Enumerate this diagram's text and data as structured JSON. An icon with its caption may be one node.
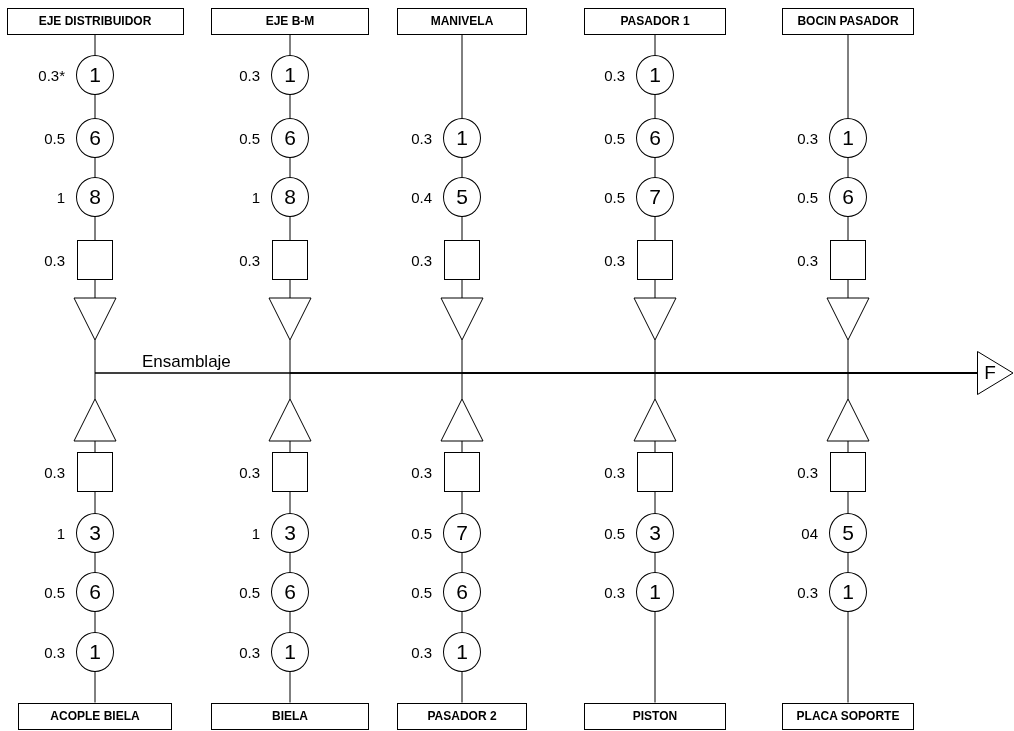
{
  "diagram": {
    "nodes": [
      {
        "text": [
          "EJE DISTRIBUIDOR"
        ]
      },
      {
        "text": [
          "1"
        ],
        "beside": [
          "0.3*"
        ]
      },
      {
        "text": [
          "6"
        ],
        "beside": [
          "0.5"
        ]
      },
      {
        "text": [
          "8"
        ],
        "beside": [
          "1"
        ]
      },
      {
        "text": [],
        "shape": "box",
        "beside": [
          "0.3"
        ]
      },
      {
        "text": [],
        "shape": "triangle"
      },
      {
        "text": [
          "EJE B-M"
        ]
      },
      {
        "text": [
          "1"
        ],
        "beside": [
          "0.3"
        ]
      },
      {
        "text": [
          "6"
        ],
        "beside": [
          "0.5"
        ]
      },
      {
        "text": [
          "8"
        ],
        "beside": [
          "1"
        ]
      },
      {
        "text": [],
        "shape": "box",
        "beside": [
          "0.3"
        ]
      },
      {
        "text": [],
        "shape": "triangle"
      },
      {
        "text": [
          "MANIVELA"
        ]
      },
      {
        "text": [
          "1"
        ],
        "beside": [
          "0.3"
        ]
      },
      {
        "text": [
          "5"
        ],
        "beside": [
          "0.4"
        ]
      },
      {
        "text": [],
        "shape": "box",
        "beside": [
          "0.3"
        ]
      },
      {
        "text": [],
        "shape": "triangle"
      },
      {
        "text": [
          "PASADOR 1"
        ]
      },
      {
        "text": [
          "1"
        ],
        "beside": [
          "0.3"
        ]
      },
      {
        "text": [
          "6"
        ],
        "beside": [
          "0.5"
        ]
      },
      {
        "text": [
          "7"
        ],
        "beside": [
          "0.5"
        ]
      },
      {
        "text": [],
        "shape": "box",
        "beside": [
          "0.3"
        ]
      },
      {
        "text": [],
        "shape": "triangle"
      },
      {
        "text": [
          "BOCIN  PASADOR"
        ]
      },
      {
        "text": [
          "1"
        ],
        "beside": [
          "0.3"
        ]
      },
      {
        "text": [
          "6"
        ],
        "beside": [
          "0.5"
        ]
      },
      {
        "text": [],
        "shape": "box",
        "beside": [
          "0.3"
        ]
      },
      {
        "text": [],
        "shape": "triangle"
      },
      {
        "text": [],
        "shape": "triangle"
      },
      {
        "text": [],
        "shape": "box",
        "beside": [
          "0.3"
        ]
      },
      {
        "text": [
          "3"
        ],
        "beside": [
          "1"
        ]
      },
      {
        "text": [
          "6"
        ],
        "beside": [
          "0.5"
        ]
      },
      {
        "text": [
          "1"
        ],
        "beside": [
          "0.3"
        ]
      },
      {
        "text": [
          "ACOPLE BIELA"
        ]
      },
      {
        "text": [],
        "shape": "triangle"
      },
      {
        "text": [],
        "shape": "box",
        "beside": [
          "0.3"
        ]
      },
      {
        "text": [
          "3"
        ],
        "beside": [
          "1"
        ]
      },
      {
        "text": [
          "6"
        ],
        "beside": [
          "0.5"
        ]
      },
      {
        "text": [
          "1"
        ],
        "beside": [
          "0.3"
        ]
      },
      {
        "text": [
          "BIELA"
        ]
      },
      {
        "text": [],
        "shape": "triangle"
      },
      {
        "text": [],
        "shape": "box",
        "beside": [
          "0.3"
        ]
      },
      {
        "text": [
          "7"
        ],
        "beside": [
          "0.5"
        ]
      },
      {
        "text": [
          "6"
        ],
        "beside": [
          "0.5"
        ]
      },
      {
        "text": [
          "1"
        ],
        "beside": [
          "0.3"
        ]
      },
      {
        "text": [
          "PASADOR 2"
        ]
      },
      {
        "text": [],
        "shape": "triangle"
      },
      {
        "text": [],
        "shape": "box",
        "beside": [
          "0.3"
        ]
      },
      {
        "text": [
          "3"
        ],
        "beside": [
          "0.5"
        ]
      },
      {
        "text": [
          "1"
        ],
        "beside": [
          "0.3"
        ]
      },
      {
        "text": [
          "PISTON"
        ]
      },
      {
        "text": [],
        "shape": "triangle"
      },
      {
        "text": [],
        "shape": "box",
        "beside": [
          "0.3"
        ]
      },
      {
        "text": [
          "5"
        ],
        "beside": [
          "04"
        ]
      },
      {
        "text": [
          "1"
        ],
        "beside": [
          "0.3"
        ]
      },
      {
        "text": [
          "PLACA SOPORTE"
        ]
      },
      {
        "text": [
          "F"
        ]
      }
    ],
    "edges": [
      {
        "from": 0,
        "to": 1,
        "arrow": "none"
      },
      {
        "from": 1,
        "to": 2,
        "arrow": "none"
      },
      {
        "from": 2,
        "to": 3,
        "arrow": "none"
      },
      {
        "from": 3,
        "to": 4,
        "arrow": "none"
      },
      {
        "from": 4,
        "to": 5,
        "arrow": "none"
      },
      {
        "from": 5,
        "to": 56,
        "arrow": "none",
        "label": "Ensamblaje"
      },
      {
        "from": 6,
        "to": 7,
        "arrow": "none"
      },
      {
        "from": 7,
        "to": 8,
        "arrow": "none"
      },
      {
        "from": 8,
        "to": 9,
        "arrow": "none"
      },
      {
        "from": 9,
        "to": 10,
        "arrow": "none"
      },
      {
        "from": 10,
        "to": 11,
        "arrow": "none"
      },
      {
        "from": 11,
        "to": 56,
        "arrow": "none"
      },
      {
        "from": 12,
        "to": 13,
        "arrow": "none"
      },
      {
        "from": 13,
        "to": 14,
        "arrow": "none"
      },
      {
        "from": 14,
        "to": 15,
        "arrow": "none"
      },
      {
        "from": 15,
        "to": 16,
        "arrow": "none"
      },
      {
        "from": 16,
        "to": 56,
        "arrow": "none"
      },
      {
        "from": 17,
        "to": 18,
        "arrow": "none"
      },
      {
        "from": 18,
        "to": 19,
        "arrow": "none"
      },
      {
        "from": 19,
        "to": 20,
        "arrow": "none"
      },
      {
        "from": 20,
        "to": 21,
        "arrow": "none"
      },
      {
        "from": 21,
        "to": 22,
        "arrow": "none"
      },
      {
        "from": 22,
        "to": 56,
        "arrow": "none"
      },
      {
        "from": 23,
        "to": 24,
        "arrow": "none"
      },
      {
        "from": 24,
        "to": 25,
        "arrow": "none"
      },
      {
        "from": 25,
        "to": 26,
        "arrow": "none"
      },
      {
        "from": 26,
        "to": 27,
        "arrow": "none"
      },
      {
        "from": 27,
        "to": 56,
        "arrow": "none"
      },
      {
        "from": 33,
        "to": 32,
        "arrow": "none"
      },
      {
        "from": 32,
        "to": 31,
        "arrow": "none"
      },
      {
        "from": 31,
        "to": 30,
        "arrow": "none"
      },
      {
        "from": 30,
        "to": 29,
        "arrow": "none"
      },
      {
        "from": 29,
        "to": 28,
        "arrow": "none"
      },
      {
        "from": 28,
        "to": 56,
        "arrow": "none"
      },
      {
        "from": 39,
        "to": 38,
        "arrow": "none"
      },
      {
        "from": 38,
        "to": 37,
        "arrow": "none"
      },
      {
        "from": 37,
        "to": 36,
        "arrow": "none"
      },
      {
        "from": 36,
        "to": 35,
        "arrow": "none"
      },
      {
        "from": 35,
        "to": 34,
        "arrow": "none"
      },
      {
        "from": 34,
        "to": 56,
        "arrow": "none"
      },
      {
        "from": 45,
        "to": 44,
        "arrow": "none"
      },
      {
        "from": 44,
        "to": 43,
        "arrow": "none"
      },
      {
        "from": 43,
        "to": 42,
        "arrow": "none"
      },
      {
        "from": 42,
        "to": 41,
        "arrow": "none"
      },
      {
        "from": 41,
        "to": 40,
        "arrow": "none"
      },
      {
        "from": 40,
        "to": 56,
        "arrow": "none"
      },
      {
        "from": 50,
        "to": 49,
        "arrow": "none"
      },
      {
        "from": 49,
        "to": 48,
        "arrow": "none"
      },
      {
        "from": 48,
        "to": 47,
        "arrow": "none"
      },
      {
        "from": 47,
        "to": 46,
        "arrow": "none"
      },
      {
        "from": 46,
        "to": 56,
        "arrow": "none"
      },
      {
        "from": 55,
        "to": 54,
        "arrow": "none"
      },
      {
        "from": 54,
        "to": 53,
        "arrow": "none"
      },
      {
        "from": 53,
        "to": 52,
        "arrow": "none"
      },
      {
        "from": 52,
        "to": 51,
        "arrow": "none"
      },
      {
        "from": 51,
        "to": 56,
        "arrow": "none"
      }
    ]
  }
}
